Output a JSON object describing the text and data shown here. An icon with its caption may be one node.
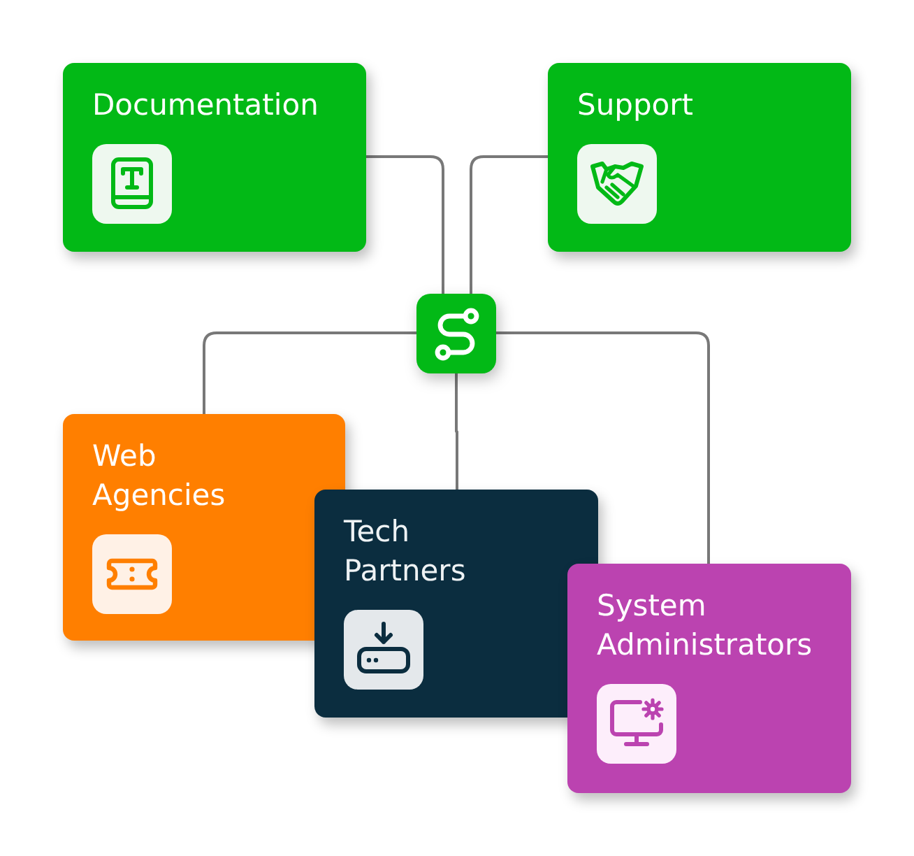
{
  "diagram": {
    "nodes": [
      {
        "text": [
          "Documentation"
        ]
      },
      {
        "text": [
          "Support"
        ]
      },
      {
        "text": [],
        "shape": "box"
      },
      {
        "text": [
          "Web Agencies"
        ]
      },
      {
        "text": [
          "Tech Partners"
        ]
      },
      {
        "text": [
          "System Administrators"
        ]
      }
    ],
    "edges": [
      {
        "from": 0,
        "to": 2,
        "arrow": "none"
      },
      {
        "from": 1,
        "to": 2,
        "arrow": "none"
      },
      {
        "from": 2,
        "to": 3,
        "arrow": "none"
      },
      {
        "from": 2,
        "to": 4,
        "arrow": "none"
      },
      {
        "from": 2,
        "to": 5,
        "arrow": "none"
      }
    ]
  }
}
